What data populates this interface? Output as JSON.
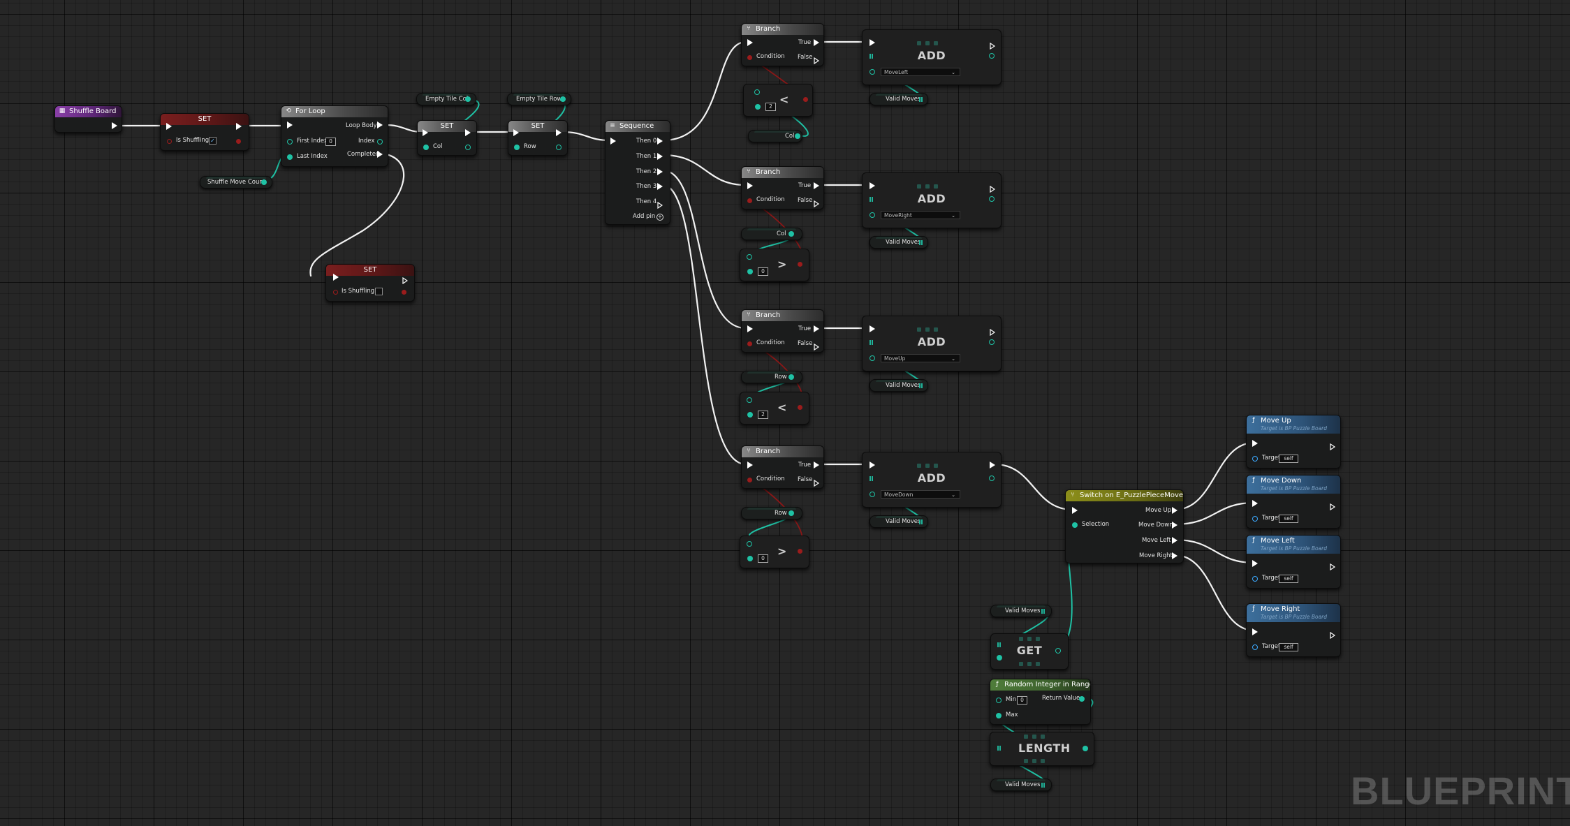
{
  "watermark": "BLUEPRINT",
  "colors": {
    "background": "#262626",
    "exec_wire": "#ffffff",
    "int_wire": "#1fc2a5",
    "bool_wire": "#9b1c1c"
  },
  "nodes": {
    "shuffle_board": {
      "title": "Shuffle Board"
    },
    "set_shuffling_true": {
      "title": "SET",
      "pin": "Is Shuffling",
      "checked": true
    },
    "shuffle_move_count": {
      "label": "Shuffle Move Count"
    },
    "for_loop": {
      "title": "For Loop",
      "first_index_label": "First Index",
      "first_index_value": "0",
      "last_index_label": "Last Index",
      "loop_body": "Loop Body",
      "index": "Index",
      "completed": "Completed"
    },
    "set_shuffling_false": {
      "title": "SET",
      "pin": "Is Shuffling",
      "checked": false
    },
    "empty_tile_col": {
      "label": "Empty Tile Col"
    },
    "empty_tile_row": {
      "label": "Empty Tile Row"
    },
    "set_col": {
      "title": "SET",
      "pin": "Col"
    },
    "set_row": {
      "title": "SET",
      "pin": "Row"
    },
    "sequence": {
      "title": "Sequence",
      "outputs": [
        "Then 0",
        "Then 1",
        "Then 2",
        "Then 3",
        "Then 4"
      ],
      "add_pin": "Add pin"
    },
    "branches": [
      {
        "title": "Branch",
        "condition": "Condition",
        "true": "True",
        "false": "False"
      },
      {
        "title": "Branch",
        "condition": "Condition",
        "true": "True",
        "false": "False"
      },
      {
        "title": "Branch",
        "condition": "Condition",
        "true": "True",
        "false": "False"
      },
      {
        "title": "Branch",
        "condition": "Condition",
        "true": "True",
        "false": "False"
      }
    ],
    "compares": [
      {
        "op": "<",
        "value": "2",
        "var": "Col"
      },
      {
        "op": ">",
        "value": "0",
        "var": "Col"
      },
      {
        "op": "<",
        "value": "2",
        "var": "Row"
      },
      {
        "op": ">",
        "value": "0",
        "var": "Row"
      }
    ],
    "adds": [
      {
        "op": "ADD",
        "enum": "MoveLeft",
        "var": "Valid Moves"
      },
      {
        "op": "ADD",
        "enum": "MoveRight",
        "var": "Valid Moves"
      },
      {
        "op": "ADD",
        "enum": "MoveUp",
        "var": "Valid Moves"
      },
      {
        "op": "ADD",
        "enum": "MoveDown",
        "var": "Valid Moves"
      }
    ],
    "switch": {
      "title": "Switch on E_PuzzlePieceMove",
      "selection": "Selection",
      "outputs": [
        "Move Up",
        "Move Down",
        "Move Left",
        "Move Right"
      ]
    },
    "functions": [
      {
        "title": "Move Up",
        "subtitle": "Target is BP Puzzle Board",
        "target": "Target",
        "value": "self"
      },
      {
        "title": "Move Down",
        "subtitle": "Target is BP Puzzle Board",
        "target": "Target",
        "value": "self"
      },
      {
        "title": "Move Left",
        "subtitle": "Target is BP Puzzle Board",
        "target": "Target",
        "value": "self"
      },
      {
        "title": "Move Right",
        "subtitle": "Target is BP Puzzle Board",
        "target": "Target",
        "value": "self"
      }
    ],
    "get": {
      "op": "GET",
      "var": "Valid Moves"
    },
    "random": {
      "title": "Random Integer in Range",
      "min_label": "Min",
      "min_value": "0",
      "max_label": "Max",
      "return": "Return Value"
    },
    "length": {
      "op": "LENGTH",
      "var": "Valid Moves"
    }
  }
}
